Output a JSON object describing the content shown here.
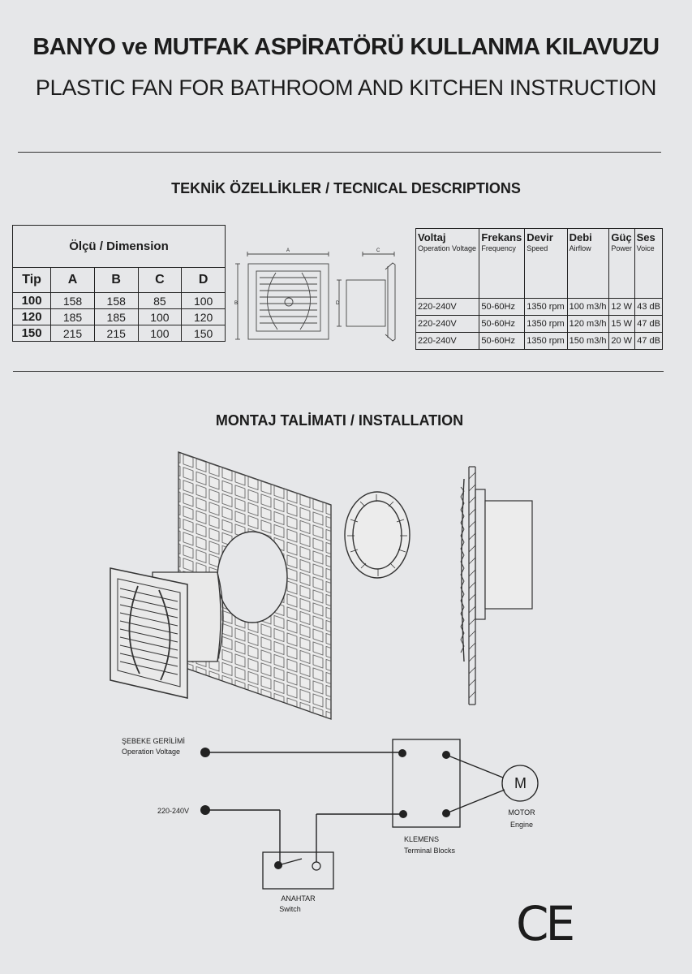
{
  "header": {
    "title_tr": "BANYO ve MUTFAK ASPİRATÖRÜ KULLANMA KILAVUZU",
    "title_en": "PLASTIC FAN FOR BATHROOM AND KITCHEN INSTRUCTION"
  },
  "technical": {
    "heading": "TEKNİK ÖZELLİKLER / TECNICAL DESCRIPTIONS",
    "dimension_table": {
      "caption": "Ölçü / Dimension",
      "headers": [
        "Tip",
        "A",
        "B",
        "C",
        "D"
      ],
      "rows": [
        [
          "100",
          "158",
          "158",
          "85",
          "100"
        ],
        [
          "120",
          "185",
          "185",
          "100",
          "120"
        ],
        [
          "150",
          "215",
          "215",
          "100",
          "150"
        ]
      ]
    },
    "drawing_labels": {
      "a": "A",
      "b": "B",
      "c": "C",
      "d": "D"
    },
    "spec_table": {
      "headers": [
        {
          "main": "Voltaj",
          "sub": "Operation Voltage"
        },
        {
          "main": "Frekans",
          "sub": "Frequency"
        },
        {
          "main": "Devir",
          "sub": "Speed"
        },
        {
          "main": "Debi",
          "sub": "Airflow"
        },
        {
          "main": "Güç",
          "sub": "Power"
        },
        {
          "main": "Ses",
          "sub": "Voice"
        }
      ],
      "rows": [
        [
          "220-240V",
          "50-60Hz",
          "1350 rpm",
          "100 m3/h",
          "12 W",
          "43 dB"
        ],
        [
          "220-240V",
          "50-60Hz",
          "1350 rpm",
          "120 m3/h",
          "15 W",
          "47 dB"
        ],
        [
          "220-240V",
          "50-60Hz",
          "1350 rpm",
          "150 m3/h",
          "20 W",
          "47 dB"
        ]
      ]
    }
  },
  "installation": {
    "heading": "MONTAJ TALİMATI / INSTALLATION"
  },
  "wiring": {
    "supply_tr": "ŞEBEKE GERİLİMİ",
    "supply_en": "Operation Voltage",
    "voltage": "220-240V",
    "motor_symbol": "M",
    "motor_tr": "MOTOR",
    "motor_en": "Engine",
    "terminal_tr": "KLEMENS",
    "terminal_en": "Terminal Blocks",
    "switch_tr": "ANAHTAR",
    "switch_en": "Switch"
  },
  "ce_mark": "CE"
}
